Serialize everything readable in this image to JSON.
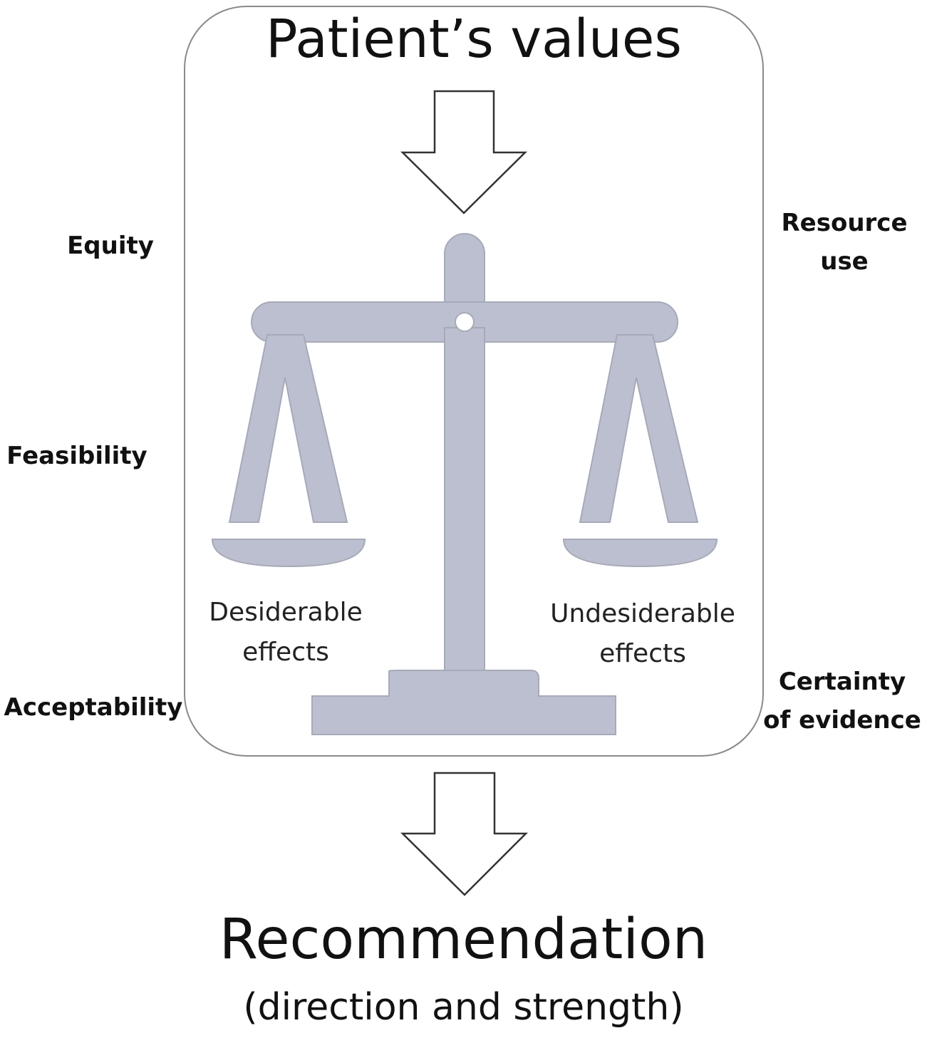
{
  "top_label": "Patient’s values",
  "left_factors": {
    "equity": "Equity",
    "feasibility": "Feasibility",
    "acceptability": "Acceptability"
  },
  "right_factors": {
    "resource_line1": "Resource",
    "resource_line2": "use",
    "certainty_line1": "Certainty",
    "certainty_line2": "of evidence"
  },
  "scale": {
    "left_pan_line1": "Desiderable",
    "left_pan_line2": "effects",
    "right_pan_line1": "Undesiderable",
    "right_pan_line2": "effects"
  },
  "recommendation": {
    "title": "Recommendation",
    "subtitle": "(direction and strength)"
  },
  "colors": {
    "scale_fill": "#bcbfcf",
    "scale_stroke": "#a6aab8",
    "frame_border": "#8a8a8a",
    "arrow_stroke": "#333333"
  }
}
